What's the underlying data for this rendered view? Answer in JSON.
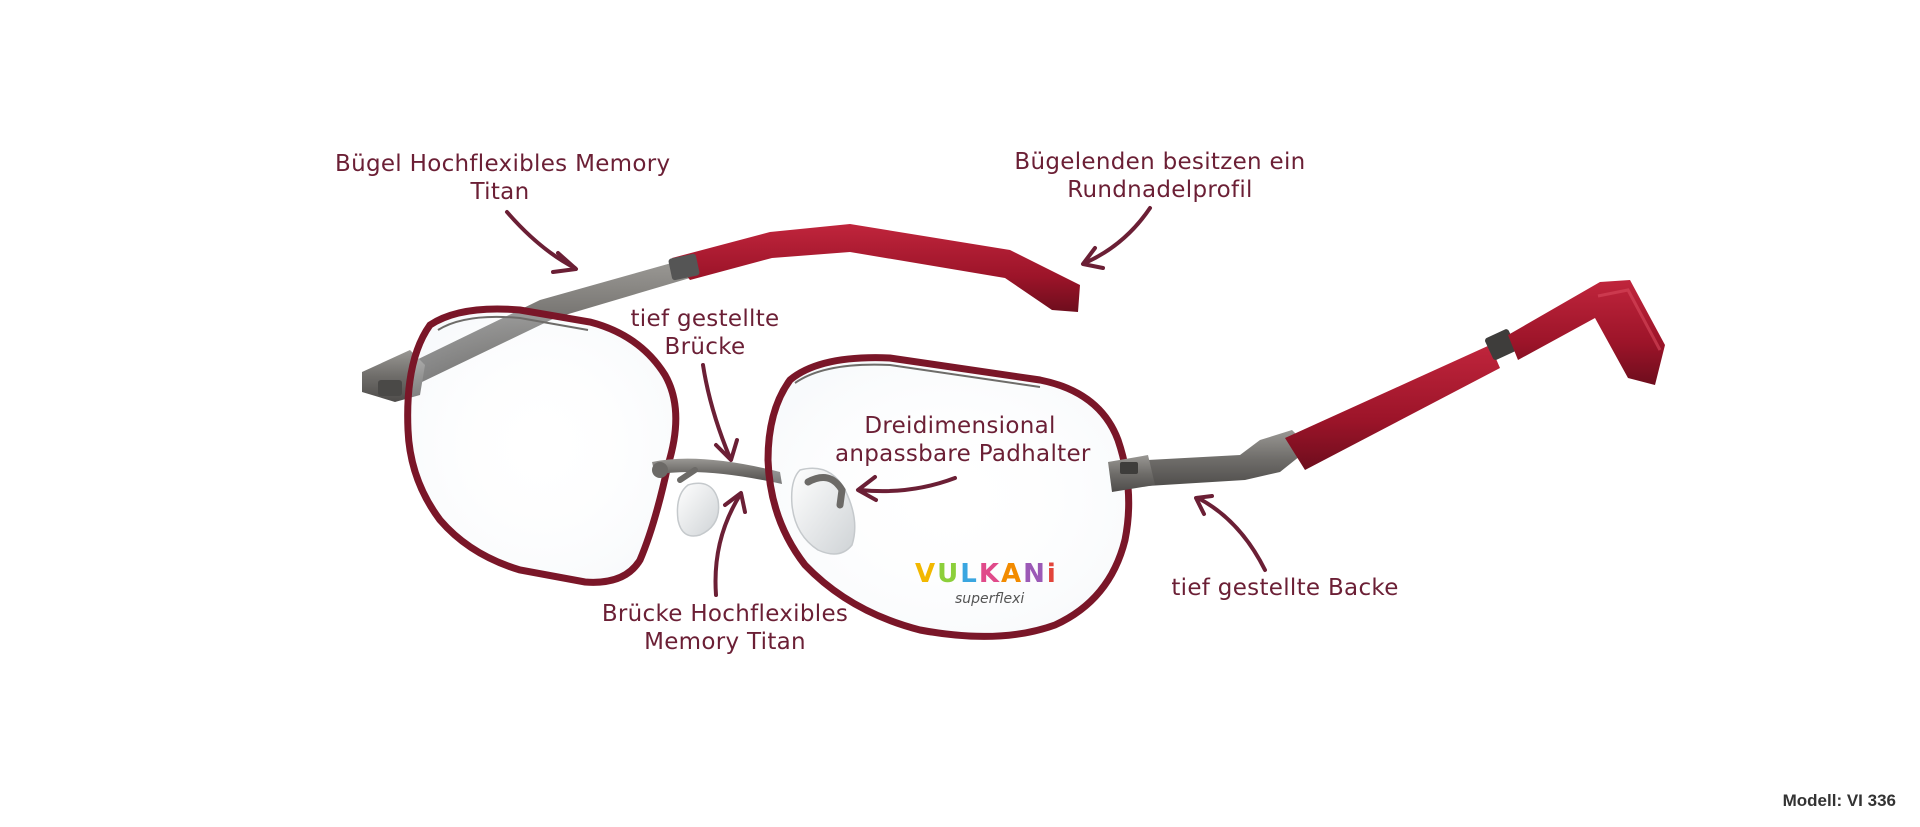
{
  "annotations": {
    "temple": {
      "line1": "Bügel Hochflexibles Memory",
      "line2": "Titan"
    },
    "temple_ends": {
      "line1": "Bügelenden besitzen ein",
      "line2": "Rundnadelprofil"
    },
    "low_bridge": {
      "line1": "tief gestellte",
      "line2": "Brücke"
    },
    "pad_holder": {
      "line1": "Dreidimensional",
      "line2": "anpassbare Padhalter"
    },
    "bridge_material": {
      "line1": "Brücke Hochflexibles",
      "line2": "Memory Titan"
    },
    "end_piece": {
      "line1": "tief gestellte Backe"
    }
  },
  "logo": {
    "brand": "VULKANi",
    "sub": "superflexi"
  },
  "model": {
    "label": "Modell: VI 336"
  },
  "colors": {
    "annotation": "#6b1f35",
    "frame_red": "#7a1628",
    "temple_red": "#a8172e",
    "metal_gray": "#6b6a68",
    "background": "#ffffff"
  }
}
